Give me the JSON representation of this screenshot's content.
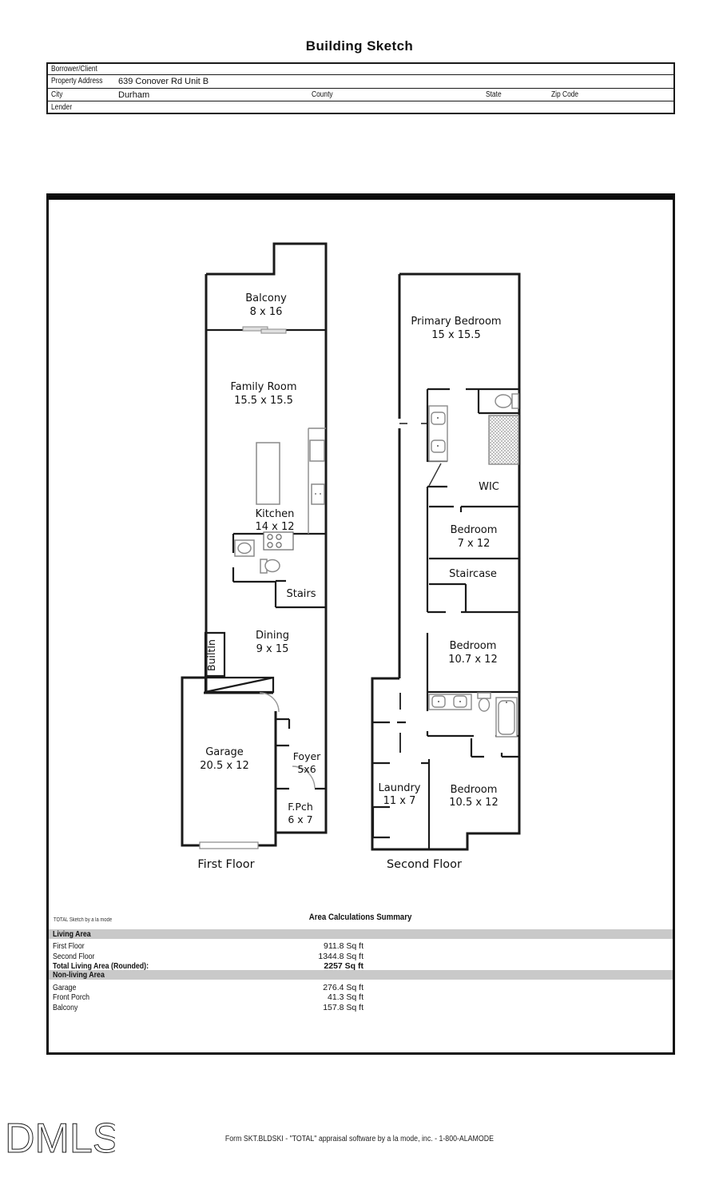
{
  "page_title": "Building Sketch",
  "header": {
    "borrower_label": "Borrower/Client",
    "property_address_label": "Property Address",
    "property_address_value": "639 Conover Rd Unit B",
    "city_label": "City",
    "city_value": "Durham",
    "county_label": "County",
    "state_label": "State",
    "zip_label": "Zip Code",
    "lender_label": "Lender"
  },
  "sketch": {
    "first_floor": {
      "floor_label": "First Floor",
      "balcony_name": "Balcony",
      "balcony_dims": "8 x 16",
      "family_name": "Family Room",
      "family_dims": "15.5 x 15.5",
      "kitchen_name": "Kitchen",
      "kitchen_dims": "14 x 12",
      "stairs_name": "Stairs",
      "dining_name": "Dining",
      "dining_dims": "9 x 15",
      "builtin_name": "BuiltIn",
      "garage_name": "Garage",
      "garage_dims": "20.5 x 12",
      "foyer_name": "Foyer",
      "foyer_dims": "5x6",
      "porch_name": "F.Pch",
      "porch_dims": "6 x 7"
    },
    "second_floor": {
      "floor_label": "Second Floor",
      "primary_name": "Primary Bedroom",
      "primary_dims": "15 x 15.5",
      "wic_name": "WIC",
      "bedroom2_name": "Bedroom",
      "bedroom2_dims": "7 x 12",
      "staircase_name": "Staircase",
      "bedroom3_name": "Bedroom",
      "bedroom3_dims": "10.7 x 12",
      "laundry_name": "Laundry",
      "laundry_dims": "11 x 7",
      "bedroom4_name": "Bedroom",
      "bedroom4_dims": "10.5 x 12"
    }
  },
  "summary": {
    "watermark": "TOTAL Sketch by a la mode",
    "title": "Area Calculations Summary",
    "living_header": "Living Area",
    "living_rows": [
      {
        "label": "First Floor",
        "value": "911.8 Sq ft"
      },
      {
        "label": "Second Floor",
        "value": "1344.8 Sq ft"
      },
      {
        "label": "Total Living Area (Rounded):",
        "value": "2257 Sq ft"
      }
    ],
    "nonliving_header": "Non-living Area",
    "nonliving_rows": [
      {
        "label": "Garage",
        "value": "276.4 Sq ft"
      },
      {
        "label": "Front Porch",
        "value": "41.3 Sq ft"
      },
      {
        "label": "Balcony",
        "value": "157.8 Sq ft"
      }
    ]
  },
  "footer": {
    "logo_text": "DMLS",
    "form_line": "Form SKT.BLDSKI - \"TOTAL\" appraisal software by a la mode, inc. - 1-800-ALAMODE"
  }
}
